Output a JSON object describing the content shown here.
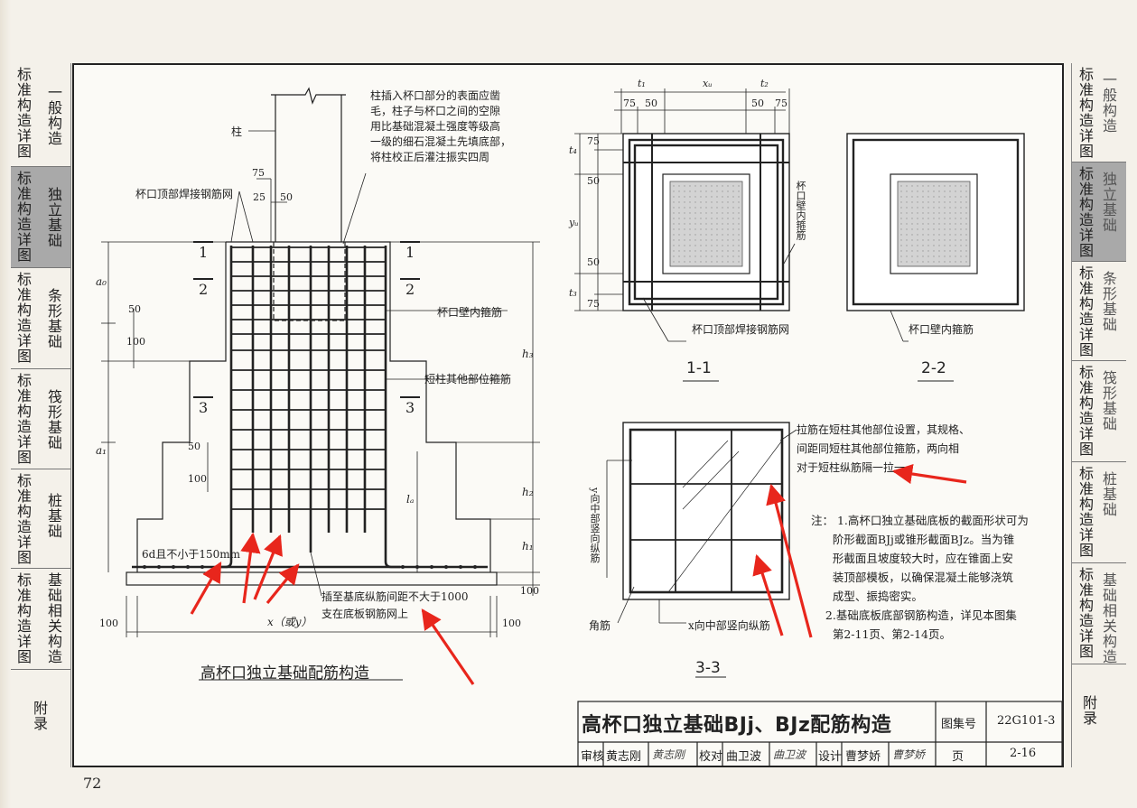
{
  "page_number": "72",
  "left_tabs": [
    {
      "col1": "标准构造详图",
      "col2": "一般构造",
      "active": false
    },
    {
      "col1": "标准构造详图",
      "col2": "独立基础",
      "active": true
    },
    {
      "col1": "标准构造详图",
      "col2": "条形基础",
      "active": false
    },
    {
      "col1": "标准构造详图",
      "col2": "筏形基础",
      "active": false
    },
    {
      "col1": "标准构造详图",
      "col2": "桩基础",
      "active": false
    },
    {
      "col1": "标准构造详图",
      "col2": "基础相关构造",
      "active": false
    },
    {
      "col1": "附录",
      "col2": "",
      "active": false
    }
  ],
  "right_tabs": [
    {
      "col1": "标准构造详图",
      "col2": "一般构造",
      "active": false
    },
    {
      "col1": "标准构造详图",
      "col2": "独立基础",
      "active": true
    },
    {
      "col1": "标准构造详图",
      "col2": "条形基础",
      "active": false
    },
    {
      "col1": "标准构造详图",
      "col2": "筏形基础",
      "active": false
    },
    {
      "col1": "标准构造详图",
      "col2": "桩基础",
      "active": false
    },
    {
      "col1": "标准构造详图",
      "col2": "基础相关构造",
      "active": false
    },
    {
      "col1": "附录",
      "col2": "",
      "active": false
    }
  ],
  "main_drawing": {
    "caption": "高杯口独立基础配筋构造",
    "labels": {
      "column": "柱",
      "cup_top_mesh": "杯口顶部焊接钢筋网",
      "cup_note": "柱插入杯口部分的表面应凿\n毛，柱子与杯口之间的空隙\n用比基础混凝土强度等级高\n一级的细石混凝土先填底部，\n将柱校正后灌注振实四周",
      "cup_wall_stirrup": "杯口壁内箍筋",
      "short_col_stirrup": "短柱其他部位箍筋",
      "hook": "6d且不小于150mm",
      "insert_note": "插至基底纵筋间距不大于1000\n支在底板钢筋网上",
      "x_or_y": "x（或y）"
    },
    "dims": {
      "d75": "75",
      "d25": "25",
      "d50": "50",
      "a0": "a₀",
      "a1": "a₁",
      "h3": "h₃",
      "h2": "h₂",
      "h1": "h₁",
      "la": "lₐ",
      "d50b": "50",
      "d100a": "100",
      "d50c": "50",
      "d100b": "100",
      "d100c": "100",
      "d100l": "100",
      "d100r": "100"
    },
    "section_marks": {
      "s1": "1",
      "s2": "2",
      "s3": "3"
    }
  },
  "section_11": {
    "title": "1-1",
    "dims": {
      "t1": "t₁",
      "xu": "xᵤ",
      "t2": "t₂",
      "d75a": "75",
      "d50a": "50",
      "d50b": "50",
      "d75b": "75",
      "t4": "t₄",
      "yu": "yᵤ",
      "t3": "t₃",
      "v75a": "75",
      "v50a": "50",
      "v50b": "50",
      "v75b": "75"
    },
    "label_mesh": "杯口顶部焊接钢筋网",
    "label_wall": "杯口壁内箍筋"
  },
  "section_22": {
    "title": "2-2",
    "label_wall": "杯口壁内箍筋"
  },
  "section_33": {
    "title": "3-3",
    "tie_note": "拉筋在短柱其他部位设置，其规格、\n间距同短柱其他部位箍筋，两向相\n对于短柱纵筋隔一拉一",
    "y_bars": "y向中部竖向纵筋",
    "x_bars": "x向中部竖向纵筋",
    "corner": "角筋"
  },
  "notes": {
    "text": "注： 1.高杯口独立基础底板的截面形状可为\n      阶形截面BJj或锥形截面BJz。当为锥\n      形截面且坡度较大时，应在锥面上安\n      装顶部模板，以确保混凝土能够浇筑\n      成型、振捣密实。\n    2.基础底板底部钢筋构造，详见本图集\n      第2-11页、第2-14页。"
  },
  "title_block": {
    "title": "高杯口独立基础BJj、BJz配筋构造",
    "atlas_label": "图集号",
    "atlas_no": "22G101-3",
    "reviewer_label": "审核",
    "reviewer": "黄志刚",
    "reviewer_sig": "黄志刚",
    "checker_label": "校对",
    "checker": "曲卫波",
    "checker_sig": "曲卫波",
    "designer_label": "设计",
    "designer": "曹梦娇",
    "designer_sig": "曹梦娇",
    "page_label": "页",
    "page_no": "2-16"
  },
  "colors": {
    "arrow": "#e8261c",
    "shade": "#cfcfcf",
    "active_tab": "#a9a9a9"
  }
}
